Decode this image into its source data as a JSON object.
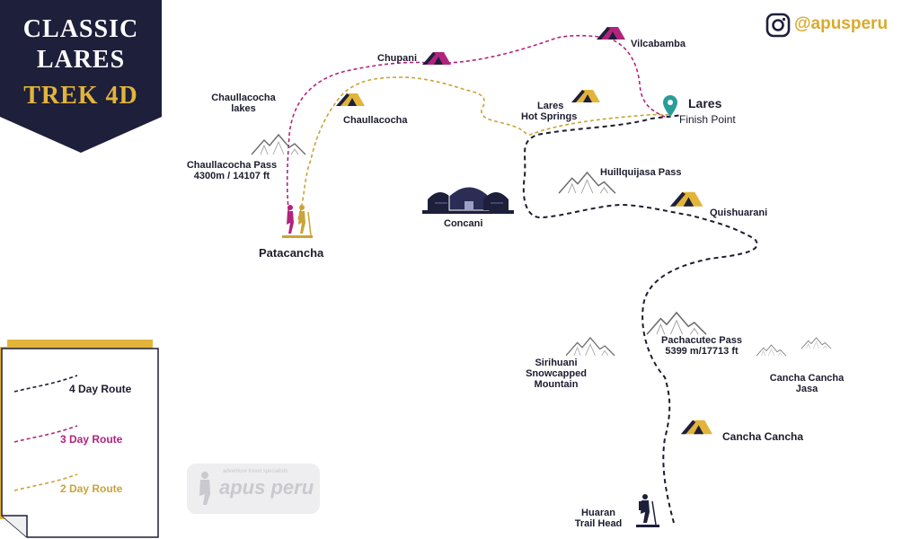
{
  "title": {
    "line1": "CLASSIC",
    "line2": "LARES",
    "line3": "TREK 4D"
  },
  "social": {
    "handle": "@apusperu",
    "icon": "instagram-icon"
  },
  "watermark": {
    "brand": "apus peru",
    "tagline": "adventure travel specialists"
  },
  "colors": {
    "navy": "#1d1f3b",
    "gold": "#e3b43a",
    "magenta": "#b1247e",
    "route4": "#1c1c2e",
    "route3": "#b1247e",
    "route2": "#c9a43a",
    "teal": "#2a9d9a",
    "mountain": "#6b6b6b"
  },
  "legend": [
    {
      "label": "4 Day Route",
      "color": "#1c1c2e"
    },
    {
      "label": "3 Day Route",
      "color": "#b1247e"
    },
    {
      "label": "2 Day Route",
      "color": "#c9a43a"
    }
  ],
  "places": {
    "chupani": "Chupani",
    "vilcabamba": "Vilcabamba",
    "lares": "Lares",
    "lares_finish": "Finish Point",
    "lares_hot_springs_1": "Lares",
    "lares_hot_springs_2": "Hot Springs",
    "chaullacocha_lakes_1": "Chaullacocha",
    "chaullacocha_lakes_2": "lakes",
    "chaullacocha": "Chaullacocha",
    "chaullacocha_pass_1": "Chaullacocha Pass",
    "chaullacocha_pass_2": "4300m / 14107 ft",
    "patacancha": "Patacancha",
    "concani": "Concani",
    "huillquijasa_pass": "Huillquijasa Pass",
    "quishuarani": "Quishuarani",
    "pachacutec_pass_1": "Pachacutec Pass",
    "pachacutec_pass_2": "5399 m/17713 ft",
    "sirihuani_1": "Sirihuani",
    "sirihuani_2": "Snowcapped",
    "sirihuani_3": "Mountain",
    "cancha_cancha_jasa_1": "Cancha Cancha",
    "cancha_cancha_jasa_2": "Jasa",
    "cancha_cancha": "Cancha Cancha",
    "huaran_1": "Huaran",
    "huaran_2": "Trail Head"
  }
}
